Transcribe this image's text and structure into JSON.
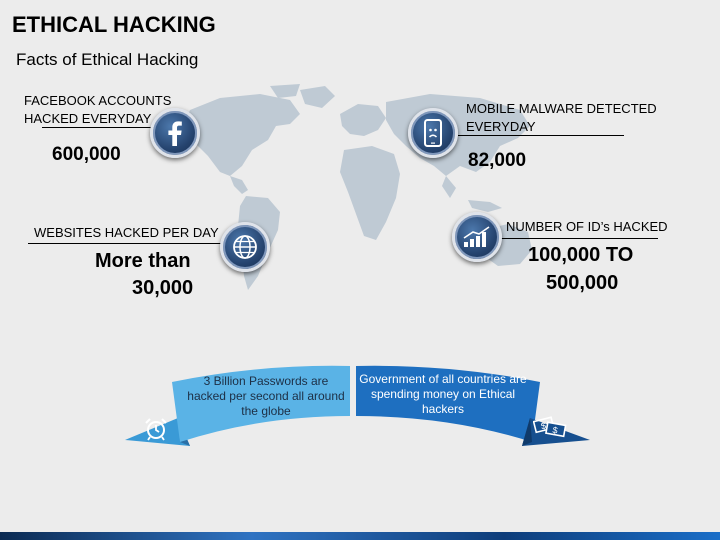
{
  "header": {
    "title": "ETHICAL HACKING",
    "subtitle": "Facts of Ethical Hacking"
  },
  "facts": {
    "facebook": {
      "label_line1": "FACEBOOK ACCOUNTS",
      "label_line2": "HACKED EVERYDAY",
      "value": "600,000",
      "icon": "facebook-icon"
    },
    "mobile": {
      "label_line1": "MOBILE MALWARE DETECTED",
      "label_line2": "EVERYDAY",
      "value": "82,000",
      "icon": "sad-phone-icon"
    },
    "websites": {
      "label": "WEBSITES HACKED PER DAY",
      "value_line1": "More than",
      "value_line2": "30,000",
      "icon": "globe-icon"
    },
    "ids": {
      "label": "NUMBER OF ID’s HACKED",
      "value_line1": "100,000 TO",
      "value_line2": "500,000",
      "icon": "bar-chart-icon"
    }
  },
  "ribbon": {
    "left_text": "3 Billion Passwords are hacked per second all around the globe",
    "right_text": "Government of all countries are spending money on Ethical hackers",
    "left_icon": "alarm-clock-icon",
    "right_icon": "money-bills-icon"
  },
  "colors": {
    "badge": "#25436e",
    "ribbon_left": "#5ab3e6",
    "ribbon_right": "#1e6fc0",
    "map": "#bfcad4"
  }
}
